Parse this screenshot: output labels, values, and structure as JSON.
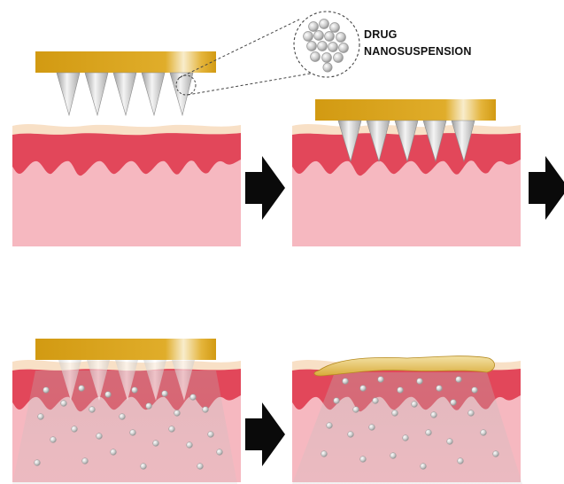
{
  "callout": {
    "line1": "DRUG",
    "line2": "NANOSUSPENSION"
  },
  "colors": {
    "patch_gold": "#d9a620",
    "patch_highlight": "#f6e6b0",
    "epidermis": "#f7dfc4",
    "dermis_red": "#e2475a",
    "tissue_pink": "#f6b8c0",
    "needle": "#cfcfcf",
    "arrow": "#0a0a0a"
  },
  "steps": [
    {
      "name": "patch-above-skin"
    },
    {
      "name": "patch-inserted"
    },
    {
      "name": "needles-dissolving"
    },
    {
      "name": "needles-dissolved"
    }
  ]
}
